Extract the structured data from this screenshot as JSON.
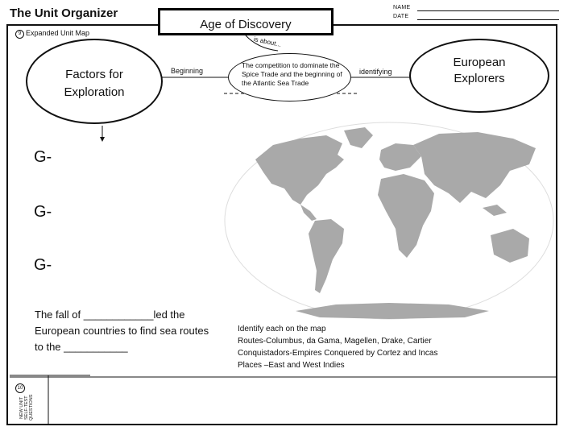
{
  "header": {
    "title": "The Unit Organizer",
    "topic": "Age of Discovery",
    "is_about": "is about...",
    "name_label": "NAME",
    "date_label": "DATE"
  },
  "unit_map": {
    "number": "9",
    "label": "Expanded Unit Map"
  },
  "nodes": {
    "factors": "Factors for Exploration",
    "beginning_link": "Beginning",
    "competition": "The competition to dominate the Spice Trade and the beginning of the Atlantic Sea Trade",
    "identifying_link": "identifying",
    "explorers": "European Explorers"
  },
  "g_labels": [
    "G-",
    "G-",
    "G-"
  ],
  "fall_text": "The fall of ____________led the European countries to find sea routes to the ___________",
  "instructions": [
    "Identify each on the map",
    "Routes-Columbus, da Gama, Magellen, Drake, Cartier",
    "Conquistadors-Empires Conquered by Cortez  and Incas",
    "Places –East and West Indies"
  ],
  "self_test": {
    "number": "10",
    "text": "NEW UNIT SELF-TEST QUESTIONS"
  },
  "map": {
    "land_color": "#a9a9a9",
    "ocean_color": "#ffffff"
  }
}
